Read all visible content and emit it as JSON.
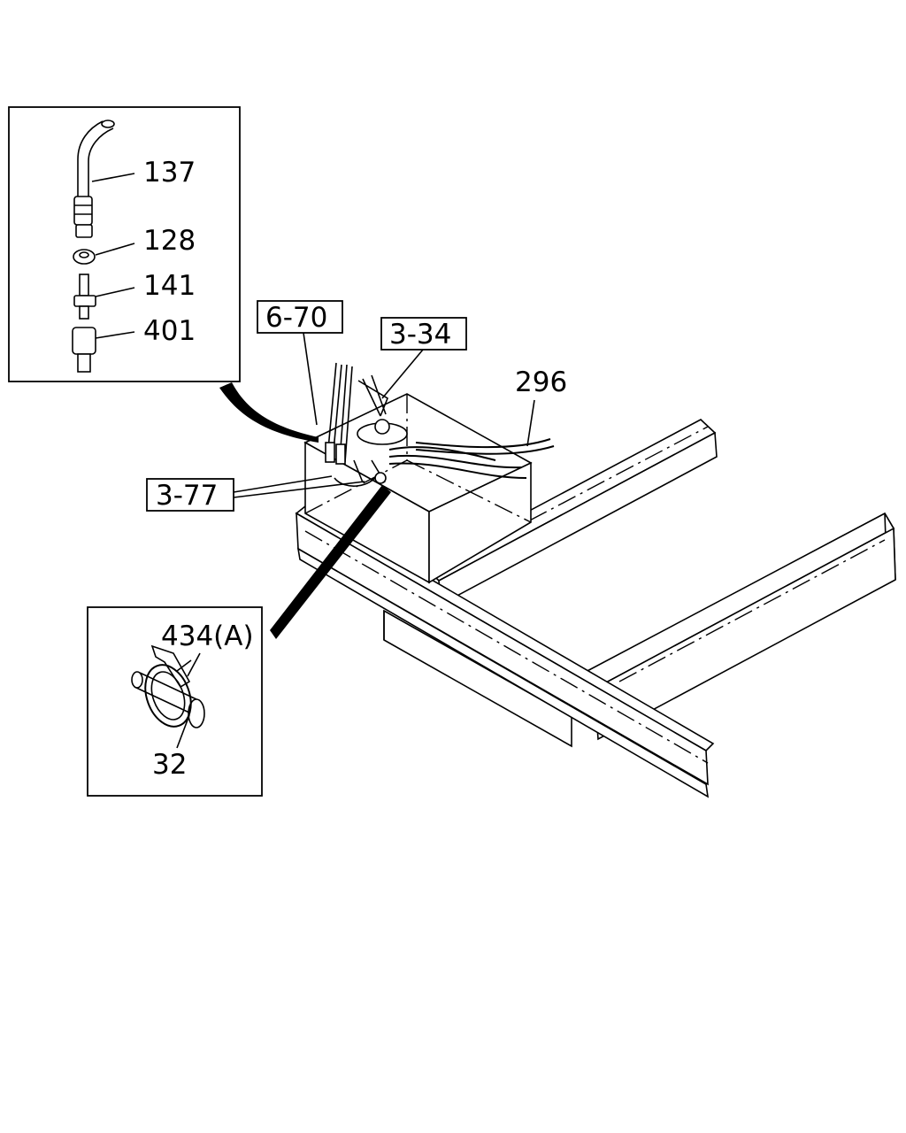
{
  "callouts": {
    "inset_top": [
      "137",
      "128",
      "141",
      "401"
    ],
    "ref_6_70": "6-70",
    "ref_3_34": "3-34",
    "ref_3_77": "3-77",
    "part_296": "296",
    "inset_bottom": {
      "part_434": "434(A)",
      "part_32": "32"
    }
  }
}
